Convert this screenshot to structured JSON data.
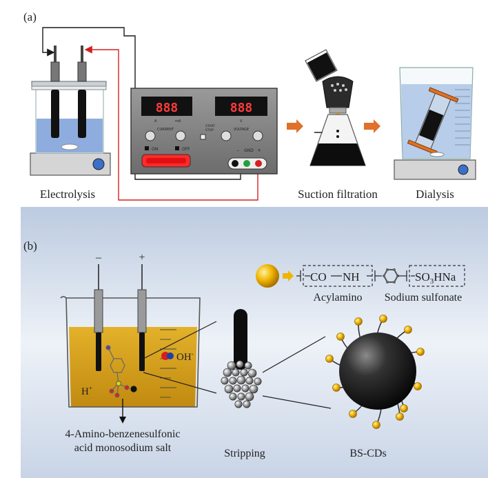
{
  "panel_a": {
    "tag": "(a)",
    "step_labels": {
      "electrolysis": "Electrolysis",
      "suction": "Suction filtration",
      "dialysis": "Dialysis"
    },
    "power_supply": {
      "current_reading": "888",
      "voltage_reading": "888",
      "current_units": [
        "A",
        "mA"
      ],
      "voltage_unit": "V",
      "current_knob_label": "CURRENT",
      "voltage_knob_label": "VOLTAGE",
      "start_label": "START",
      "stop_label": "STOP",
      "on_label": "ON",
      "off_label": "OFF",
      "terminal_minus": "–",
      "terminal_gnd": "GND",
      "terminal_plus": "+"
    },
    "colors": {
      "wire_black": "#1a1a1a",
      "wire_red": "#d42020",
      "arrow_orange": "#e0702a",
      "display_red": "#ff3b3b"
    }
  },
  "panel_b": {
    "tag": "(b)",
    "electrode_minus": "–",
    "electrode_plus": "+",
    "ion_h": "H",
    "ion_h_sup": "+",
    "ion_oh": "OH",
    "ion_oh_sup": "-",
    "precursor_line1": "4-Amino-benzenesulfonic",
    "precursor_line2": "acid monosodium salt",
    "stripping": "Stripping",
    "product": "BS-CDs",
    "group_1": "CO",
    "group_2": "NH",
    "group_3_a": "SO",
    "group_3_sub": "3",
    "group_3_b": "HNa",
    "group_caption_1": "Acylamino",
    "group_caption_2": "Sodium sulfonate",
    "colors": {
      "background": "#d8e2f0",
      "solution": "#d9a61e",
      "particle_gold": "#f0b400",
      "cd_core": "#1a1a1a"
    }
  }
}
